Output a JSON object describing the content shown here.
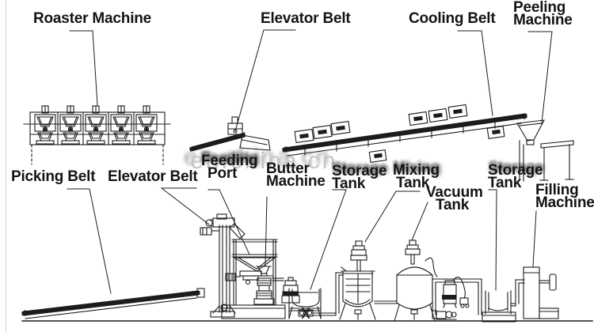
{
  "watermark": {
    "text": "en.china.cn"
  },
  "labels": {
    "roaster_machine": "Roaster Machine",
    "elevator_belt_top": "Elevator Belt",
    "cooling_belt": "Cooling Belt",
    "peeling_machine": [
      "Peeling",
      "Machine"
    ],
    "picking_belt": "Picking Belt",
    "elevator_belt_bottom": "Elevator Belt",
    "feeding_port": [
      "Feeding",
      "Port"
    ],
    "butter_machine": [
      "Butter",
      "Machine"
    ],
    "storage_tank_1": [
      "Storage",
      "Tank"
    ],
    "mixing_tank": [
      "Mixing",
      "Tank"
    ],
    "vacuum_tank": [
      "Vacuum",
      "Tank"
    ],
    "storage_tank_2": [
      "Storage",
      "Tank"
    ],
    "filling_machine": [
      "Filling",
      "Machine"
    ]
  },
  "colors": {
    "line": "#1c1c1c",
    "label": "#141414",
    "watermark": "#c6c6c6",
    "background": "#ffffff"
  }
}
